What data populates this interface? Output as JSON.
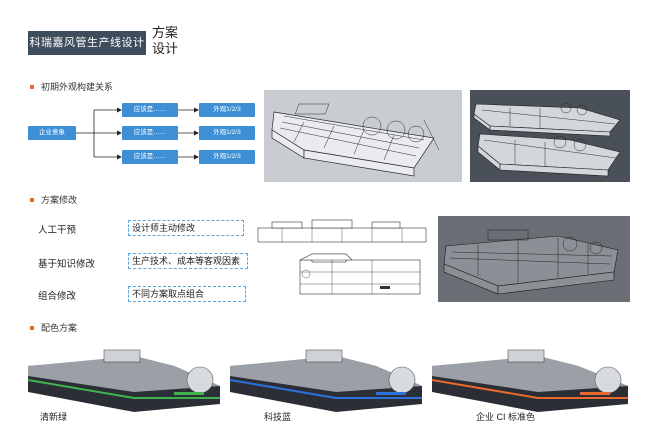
{
  "header": {
    "title": "科瑞嘉风管生产线设计",
    "subtitle_line1": "方案",
    "subtitle_line2": "设计"
  },
  "sections": {
    "initial": "初期外观构建关系",
    "modify": "方案修改",
    "color": "配色方案"
  },
  "flow": {
    "root": "企业意象",
    "middle": [
      "应该是……",
      "应该是……",
      "应该是……"
    ],
    "right": [
      "外观1/2/3",
      "外观1/2/3",
      "外观1/2/3"
    ]
  },
  "modify_items": [
    {
      "label": "人工干预",
      "desc": "设计师主动修改"
    },
    {
      "label": "基于知识修改",
      "desc": "生产技术、成本等客观因素"
    },
    {
      "label": "组合修改",
      "desc": "不同方案取点组合"
    }
  ],
  "color_schemes": [
    {
      "name": "清新绿",
      "accent": "#3fb34f"
    },
    {
      "name": "科技蓝",
      "accent": "#2f6fd8"
    },
    {
      "name": "企业 CI 标准色",
      "accent": "#e8692b"
    }
  ],
  "colors": {
    "title_bg": "#3d4d5c",
    "flow_blue": "#3f8fd6",
    "dash_border": "#5aa6e0",
    "bullet": "#e8692b"
  }
}
